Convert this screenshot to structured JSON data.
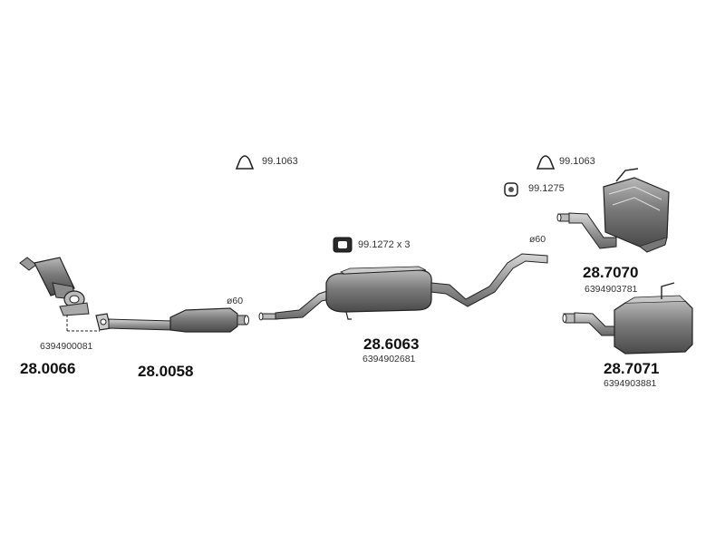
{
  "accessories": {
    "clamp_top_center": "99.1063",
    "clamp_top_right": "99.1063",
    "hanger_round": "99.1275",
    "hanger_rubber": "99.1272 x 3"
  },
  "parts": {
    "front_cat": {
      "part_no": "28.0066",
      "oem": "6394900081"
    },
    "front_pipe_cat": {
      "part_no": "28.0058",
      "diameter": "ø60"
    },
    "center_silencer": {
      "part_no": "28.6063",
      "oem": "6394902681",
      "diameter": "ø60"
    },
    "rear_silencer_a": {
      "part_no": "28.7070",
      "oem": "6394903781"
    },
    "rear_silencer_b": {
      "part_no": "28.7071",
      "oem": "6394903881"
    }
  },
  "colors": {
    "metal_dark": "#555555",
    "metal_mid": "#8a8a8a",
    "metal_light": "#c4c4c4",
    "outline": "#222222"
  }
}
